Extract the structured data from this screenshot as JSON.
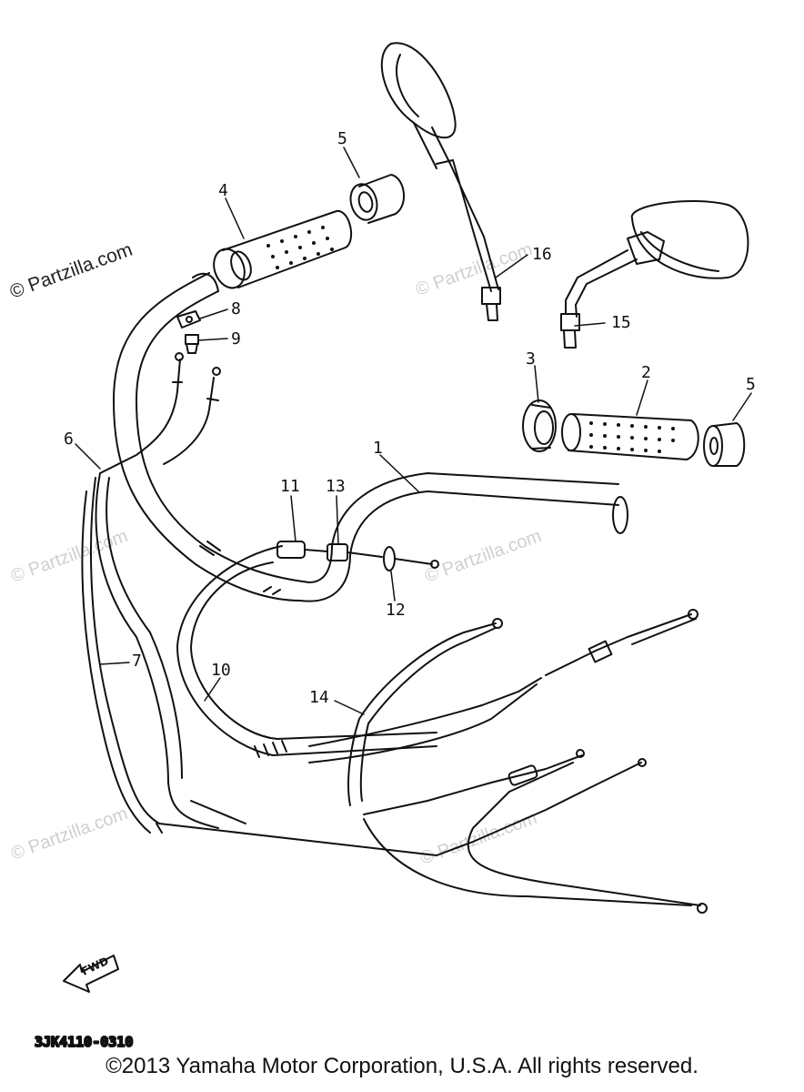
{
  "watermarks": {
    "primary": "© Partzilla.com",
    "faint": "© Partzilla.com"
  },
  "callouts": [
    "1",
    "2",
    "3",
    "4",
    "5",
    "5",
    "6",
    "7",
    "8",
    "9",
    "10",
    "11",
    "12",
    "13",
    "14",
    "15",
    "16"
  ],
  "fwd_label": "FWD",
  "diagram_code": "3JK4110-0310",
  "copyright": "©2013  Yamaha Motor Corporation, U.S.A. All rights reserved."
}
